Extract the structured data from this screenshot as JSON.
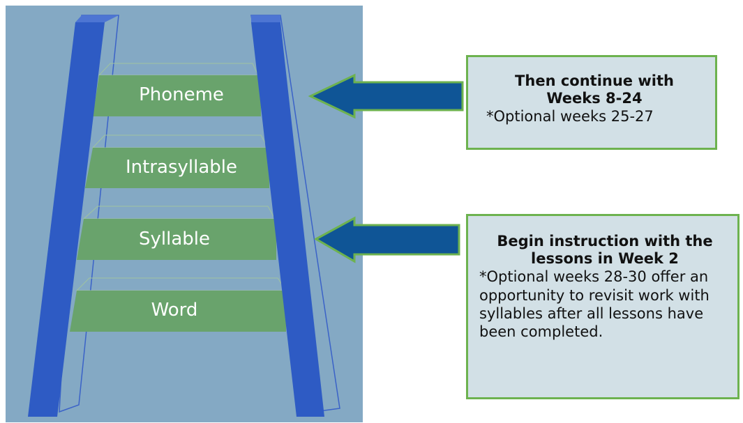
{
  "colors": {
    "panel_background": "#84a9c4",
    "rail": "#2e5bc4",
    "rail_outline": "#3a62c8",
    "rung": "#69a36c",
    "rung_label": "#ffffff",
    "arrow": "#0f5596",
    "callout_background": "#d2e0e6",
    "callout_border": "#6db24f"
  },
  "ladder": {
    "rungs": [
      {
        "label": "Phoneme"
      },
      {
        "label": "Intrasyllable"
      },
      {
        "label": "Syllable"
      },
      {
        "label": "Word"
      }
    ]
  },
  "callouts": {
    "top": {
      "title": "Then continue with Weeks 8-24",
      "body": "*Optional weeks 25-27",
      "points_to": "Phoneme"
    },
    "bottom": {
      "title": "Begin instruction with the lessons in Week 2",
      "body": "*Optional weeks 28-30 offer an opportunity to revisit work with syllables after all lessons have been completed.",
      "points_to": "Syllable"
    }
  }
}
